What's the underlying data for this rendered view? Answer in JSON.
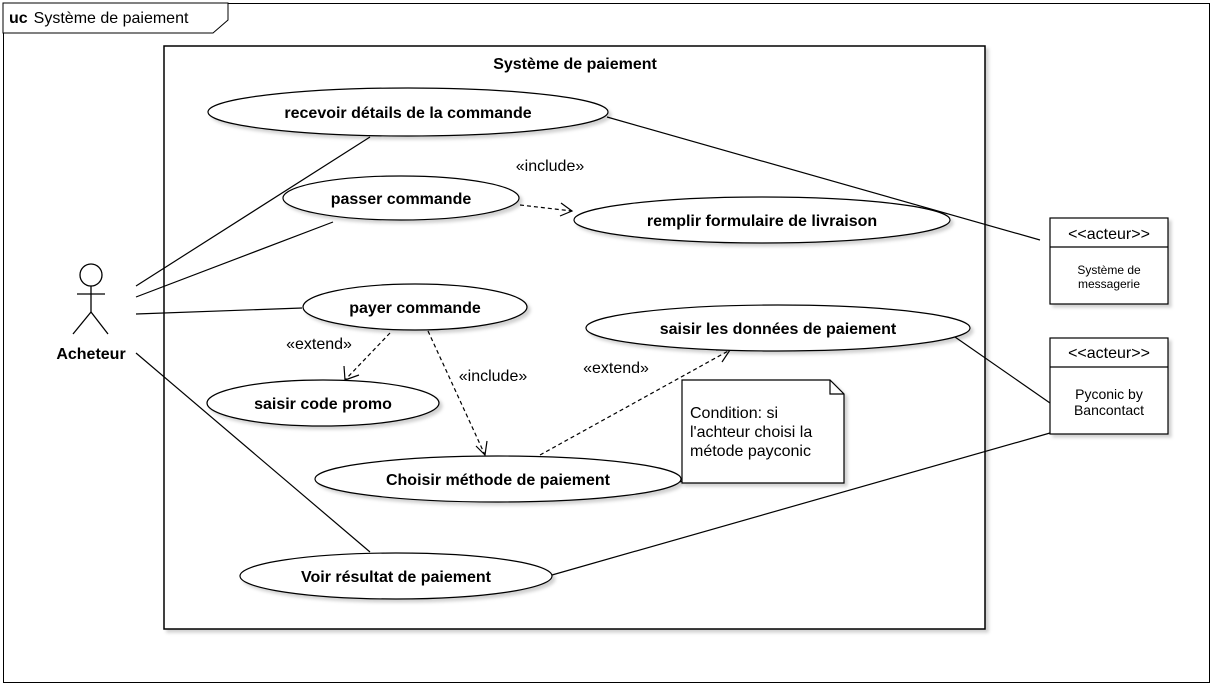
{
  "frame": {
    "keyword": "uc",
    "title": "Système de paiement"
  },
  "system": {
    "title": "Système de paiement"
  },
  "actors": {
    "buyer": "Acheteur",
    "messaging": {
      "stereotype": "<<acteur>>",
      "name_line1": "Système de",
      "name_line2": "messagerie"
    },
    "payconic": {
      "stereotype": "<<acteur>>",
      "name_line1": "Pyconic by",
      "name_line2": "Bancontact"
    }
  },
  "use_cases": {
    "receive_details": "recevoir détails de la commande",
    "place_order": "passer commande",
    "fill_form": "remplir formulaire de livraison",
    "pay_order": "payer commande",
    "enter_payment_data": "saisir les données de paiement",
    "enter_promo": "saisir code promo",
    "choose_method": "Choisir méthode de paiement",
    "view_result": "Voir résultat de paiement"
  },
  "relations": {
    "include_1": "«include»",
    "extend_1": "«extend»",
    "include_2": "«include»",
    "extend_2": "«extend»"
  },
  "note": {
    "line1": "Condition: si",
    "line2": "l'achteur choisi la",
    "line3": "métode payconic"
  }
}
